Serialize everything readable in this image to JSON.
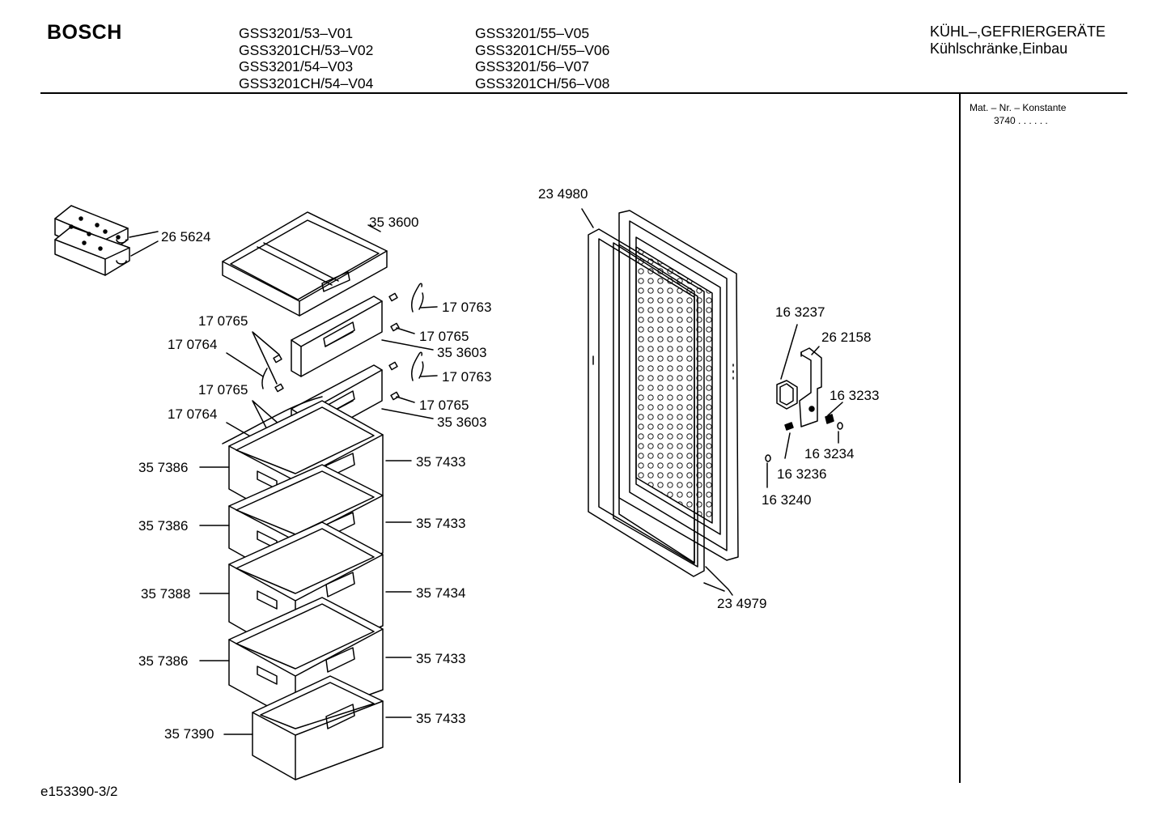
{
  "header": {
    "brand": "BOSCH",
    "models_col1": [
      "GSS3201/53–V01",
      "GSS3201CH/53–V02",
      "GSS3201/54–V03",
      "GSS3201CH/54–V04"
    ],
    "models_col2": [
      "GSS3201/55–V05",
      "GSS3201CH/55–V06",
      "GSS3201/56–V07",
      "GSS3201CH/56–V08"
    ],
    "category_line1": "KÜHL–,GEFRIERGERÄTE",
    "category_line2": "Kühlschränke,Einbau"
  },
  "sidebar": {
    "mat_label": "Mat. – Nr. – Konstante",
    "mat_value": "3740  .  .  .  .  .  ."
  },
  "footer": {
    "doc_number": "e153390-3/2"
  },
  "parts": [
    {
      "id": "p265624",
      "text": "26 5624"
    },
    {
      "id": "p353600",
      "text": "35 3600"
    },
    {
      "id": "p170763a",
      "text": "17 0763"
    },
    {
      "id": "p170765a",
      "text": "17 0765"
    },
    {
      "id": "p170765b",
      "text": "17 0765"
    },
    {
      "id": "p353603a",
      "text": "35 3603"
    },
    {
      "id": "p170764a",
      "text": "17 0764"
    },
    {
      "id": "p170763b",
      "text": "17 0763"
    },
    {
      "id": "p170765c",
      "text": "17 0765"
    },
    {
      "id": "p170765d",
      "text": "17 0765"
    },
    {
      "id": "p353603b",
      "text": "35 3603"
    },
    {
      "id": "p170764b",
      "text": "17 0764"
    },
    {
      "id": "p357386a",
      "text": "35 7386"
    },
    {
      "id": "p357433a",
      "text": "35 7433"
    },
    {
      "id": "p357386b",
      "text": "35 7386"
    },
    {
      "id": "p357433b",
      "text": "35 7433"
    },
    {
      "id": "p357388",
      "text": "35 7388"
    },
    {
      "id": "p357434",
      "text": "35 7434"
    },
    {
      "id": "p357386c",
      "text": "35 7386"
    },
    {
      "id": "p357433c",
      "text": "35 7433"
    },
    {
      "id": "p357390",
      "text": "35 7390"
    },
    {
      "id": "p357433d",
      "text": "35 7433"
    },
    {
      "id": "p234980",
      "text": "23 4980"
    },
    {
      "id": "p234979",
      "text": "23 4979"
    },
    {
      "id": "p163237",
      "text": "16 3237"
    },
    {
      "id": "p262158",
      "text": "26 2158"
    },
    {
      "id": "p163233",
      "text": "16 3233"
    },
    {
      "id": "p163234",
      "text": "16 3234"
    },
    {
      "id": "p163236",
      "text": "16 3236"
    },
    {
      "id": "p163240",
      "text": "16 3240"
    }
  ]
}
